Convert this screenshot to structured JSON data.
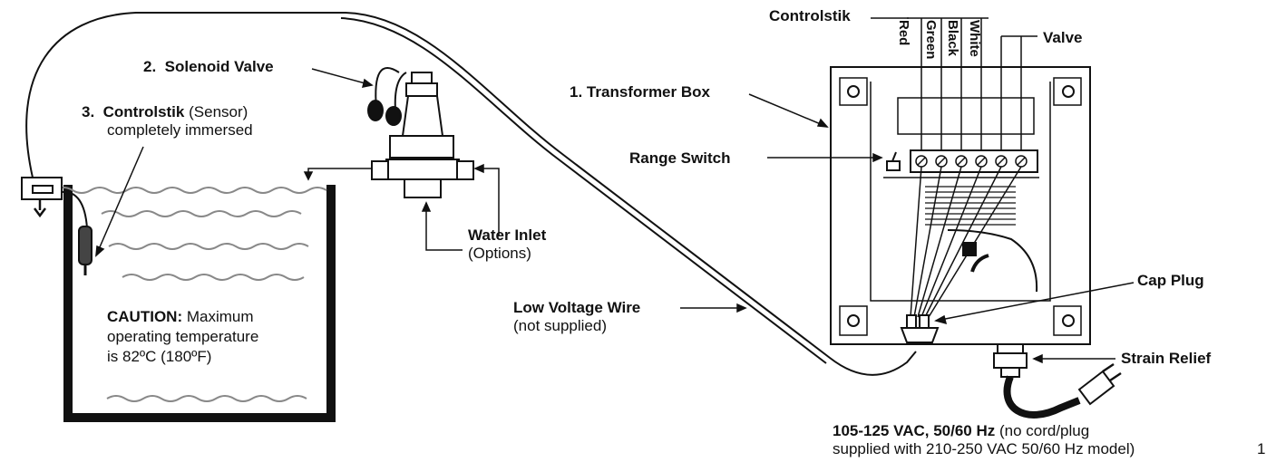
{
  "labels": {
    "controlstik_top": "Controlstik",
    "valve": "Valve",
    "wires": [
      "Red",
      "Green",
      "Black",
      "White"
    ],
    "solenoid_num": "2.",
    "solenoid": "Solenoid Valve",
    "sensor_num": "3.",
    "sensor_bold": "Controlstik",
    "sensor_rest": "(Sensor)",
    "sensor_line2": "completely immersed",
    "transformer_num": "1.",
    "transformer": "Transformer Box",
    "range_switch": "Range Switch",
    "water_inlet": "Water Inlet",
    "water_inlet_sub": "(Options)",
    "low_voltage": "Low Voltage Wire",
    "low_voltage_sub": "(not supplied)",
    "cap_plug": "Cap Plug",
    "strain_relief": "Strain Relief",
    "caution_bold": "CAUTION:",
    "caution_rest": "Maximum",
    "caution_line2": "operating temperature",
    "caution_line3": "is 82ºC (180ºF)",
    "power_bold": "105-125 VAC, 50/60 Hz",
    "power_rest": "(no cord/plug",
    "power_line2": "supplied with 210-250 VAC 50/60 Hz model)",
    "page_number": "1"
  }
}
